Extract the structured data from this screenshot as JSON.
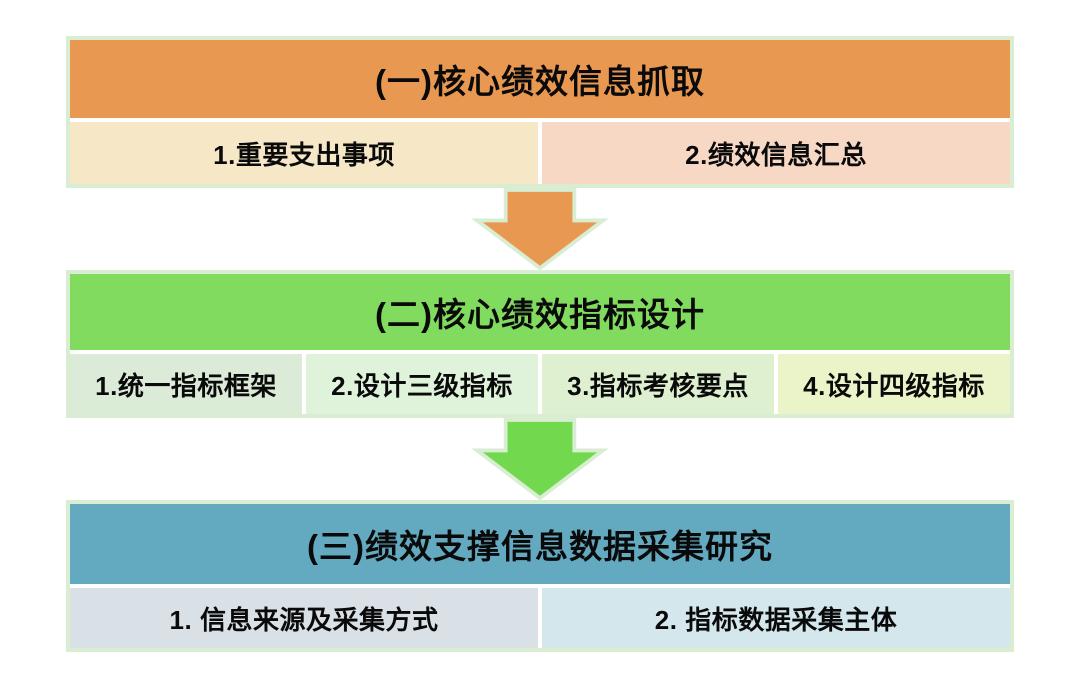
{
  "diagram": {
    "background": "#FFFFFF",
    "border_color": "#D8EDD2",
    "text_color": "#0A0A0A",
    "sections": [
      {
        "title": "(一)核心绩效信息抓取",
        "header_bg": "#E99852",
        "cells": [
          {
            "label": "1.重要支出事项",
            "bg": "#F6E8C7"
          },
          {
            "label": "2.绩效信息汇总",
            "bg": "#F6D8C5"
          }
        ]
      },
      {
        "title": "(二)核心绩效指标设计",
        "header_bg": "#80DB5E",
        "cells": [
          {
            "label": "1.统一指标框架",
            "bg": "#DCEAD8"
          },
          {
            "label": "2.设计三级指标",
            "bg": "#DFF2DA"
          },
          {
            "label": "3.指标考核要点",
            "bg": "#DFF0D0"
          },
          {
            "label": "4.设计四级指标",
            "bg": "#EBF4C8"
          }
        ]
      },
      {
        "title": "(三)绩效支撑信息数据采集研究",
        "header_bg": "#63A9C0",
        "cells": [
          {
            "label": "1. 信息来源及采集方式",
            "bg": "#D9E1E7"
          },
          {
            "label": "2. 指标数据采集主体",
            "bg": "#D3E7EC"
          }
        ]
      }
    ],
    "arrows": [
      {
        "name": "down-arrow-1",
        "fill": "#E99852",
        "outline": "#D8EDD2"
      },
      {
        "name": "down-arrow-2",
        "fill": "#72D94F",
        "outline": "#D8EDD2"
      }
    ]
  }
}
